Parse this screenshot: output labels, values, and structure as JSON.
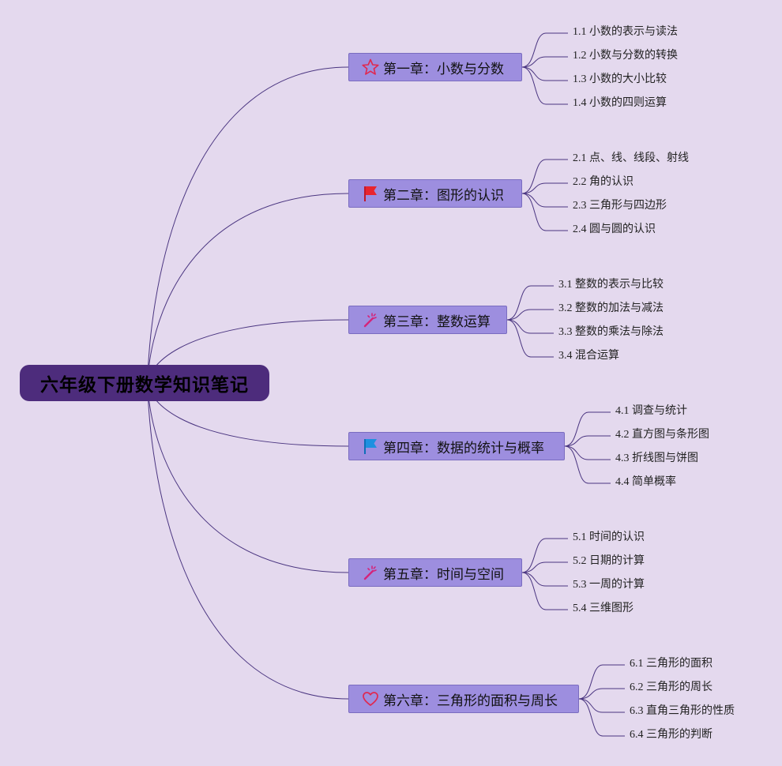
{
  "root": {
    "title": "六年级下册数学知识笔记"
  },
  "chapters": [
    {
      "label": "第一章：小数与分数",
      "icon": "star-icon",
      "subs": [
        "1.1 小数的表示与读法",
        "1.2 小数与分数的转换",
        "1.3 小数的大小比较",
        "1.4 小数的四则运算"
      ]
    },
    {
      "label": "第二章：图形的认识",
      "icon": "red-flag-icon",
      "subs": [
        "2.1 点、线、线段、射线",
        "2.2 角的认识",
        "2.3 三角形与四边形",
        "2.4 圆与圆的认识"
      ]
    },
    {
      "label": "第三章：整数运算",
      "icon": "magic-wand-icon",
      "subs": [
        "3.1 整数的表示与比较",
        "3.2 整数的加法与减法",
        "3.3 整数的乘法与除法",
        "3.4 混合运算"
      ]
    },
    {
      "label": "第四章：数据的统计与概率",
      "icon": "blue-flag-icon",
      "subs": [
        "4.1 调查与统计",
        "4.2 直方图与条形图",
        "4.3 折线图与饼图",
        "4.4 简单概率"
      ]
    },
    {
      "label": "第五章：时间与空间",
      "icon": "magic-wand-icon",
      "subs": [
        "5.1 时间的认识",
        "5.2 日期的计算",
        "5.3 一周的计算",
        "5.4 三维图形"
      ]
    },
    {
      "label": "第六章：三角形的面积与周长",
      "icon": "heart-icon",
      "subs": [
        "6.1 三角形的面积",
        "6.2 三角形的周长",
        "6.3 直角三角形的性质",
        "6.4 三角形的判断"
      ]
    }
  ],
  "colors": {
    "background": "#e4d9ee",
    "root": "#4d2c7c",
    "chapter": "#9d8edf",
    "line": "#4a3580"
  }
}
